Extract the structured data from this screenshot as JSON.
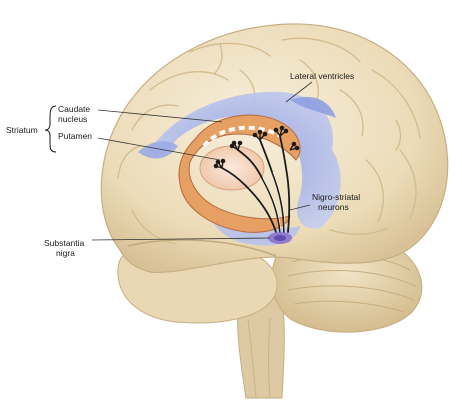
{
  "labels": {
    "striatum": "Striatum",
    "caudate": [
      "Caudate",
      "nucleus"
    ],
    "putamen": "Putamen",
    "lateral_ventricles": "Lateral ventricles",
    "nigro_striatal": [
      "Nigro-striatal",
      "neurons"
    ],
    "substantia_nigra": [
      "Substantia",
      "nigra"
    ]
  },
  "colors": {
    "brain": "#efe2c4",
    "brain_shade": "#d9c49b",
    "brain_outline": "#c9b287",
    "ventricle": "#a9b6e6",
    "ventricle_deep": "#7f8fd6",
    "caudate": "#e9a86a",
    "caudate_dark": "#b86a36",
    "putamen": "#f3d3bd",
    "neuron": "#1c1c1c",
    "substantia_nigra": "#8a6fc8"
  }
}
